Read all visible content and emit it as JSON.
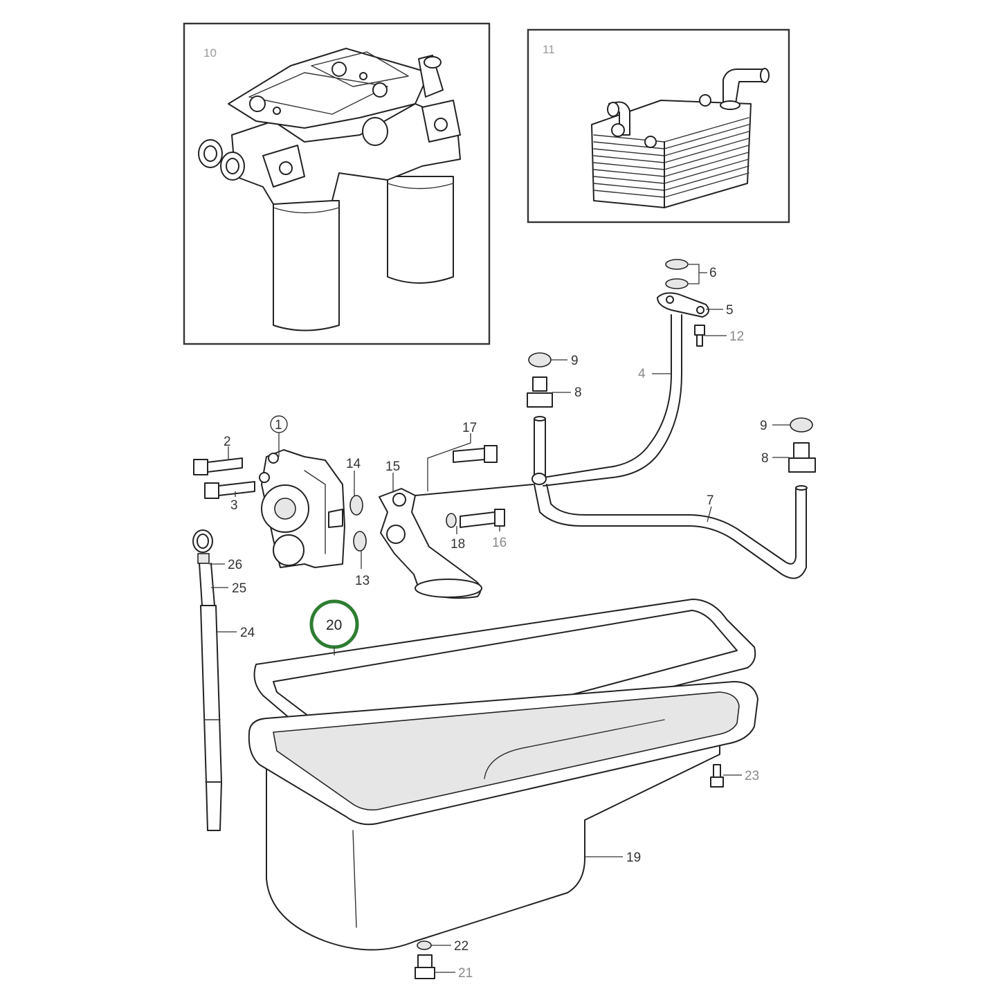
{
  "insets": [
    {
      "label": "10",
      "part": "oil-filter-housing"
    },
    {
      "label": "11",
      "part": "oil-cooler"
    }
  ],
  "callouts": [
    {
      "id": "1",
      "name": "oil-pump"
    },
    {
      "id": "2",
      "name": "bolt-upper"
    },
    {
      "id": "3",
      "name": "bolt-lower"
    },
    {
      "id": "4",
      "name": "oil-pipe"
    },
    {
      "id": "5",
      "name": "pipe-flange"
    },
    {
      "id": "6",
      "name": "seal-rings"
    },
    {
      "id": "7",
      "name": "return-pipe"
    },
    {
      "id": "8",
      "name": "union"
    },
    {
      "id": "9",
      "name": "seal"
    },
    {
      "id": "12",
      "name": "flange-bolt"
    },
    {
      "id": "13",
      "name": "o-ring"
    },
    {
      "id": "14",
      "name": "o-ring-upper"
    },
    {
      "id": "15",
      "name": "suction-pipe"
    },
    {
      "id": "16",
      "name": "suction-bolt"
    },
    {
      "id": "17",
      "name": "suction-bolt-upper"
    },
    {
      "id": "18",
      "name": "washer"
    },
    {
      "id": "19",
      "name": "oil-sump"
    },
    {
      "id": "20",
      "name": "sump-gasket"
    },
    {
      "id": "21",
      "name": "drain-plug"
    },
    {
      "id": "22",
      "name": "drain-washer"
    },
    {
      "id": "23",
      "name": "sump-bolt"
    },
    {
      "id": "24",
      "name": "dipstick-tube"
    },
    {
      "id": "25",
      "name": "dipstick"
    },
    {
      "id": "26",
      "name": "dipstick-seal"
    }
  ],
  "highlight": {
    "id": "20",
    "color": "#2e7d32"
  }
}
